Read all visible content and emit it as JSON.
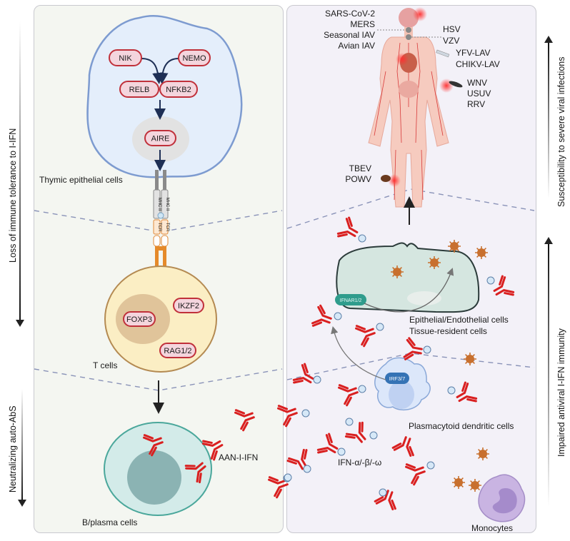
{
  "side_axes": {
    "left_top": "Loss of immune tolerance to I-IFN",
    "left_bottom": "Neutralizing auto-AbS",
    "right_top": "Susceptibility to severe viral infections",
    "right_bottom": "Impaired antiviral I-IFN immunity"
  },
  "left_panel": {
    "thymic": {
      "label": "Thymic epithelial cells",
      "proteins": [
        "NIK",
        "NEMO",
        "RELB",
        "NFKB2",
        "AIRE"
      ],
      "mhc": "MHC II",
      "tcr": "TCR"
    },
    "tcell": {
      "label": "T cells",
      "proteins": [
        "FOXP3",
        "IKZF2",
        "RAG1/2"
      ]
    },
    "bcell": {
      "label": "B/plasma cells",
      "antibody_label": "AAN-I-IFN"
    }
  },
  "right_panel": {
    "viruses_left": [
      "SARS-CoV-2",
      "MERS",
      "Seasonal IAV",
      "Avian IAV"
    ],
    "viruses_right_1": [
      "HSV",
      "VZV"
    ],
    "viruses_right_2": [
      "YFV-LAV",
      "CHIKV-LAV"
    ],
    "viruses_right_3": [
      "WNV",
      "USUV",
      "RRV"
    ],
    "viruses_tick": [
      "TBEV",
      "POWV"
    ],
    "epithelial": {
      "label_line1": "Epithelial/Endothelial cells",
      "label_line2": "Tissue-resident cells",
      "receptor": "IFNAR1/2"
    },
    "pdc": {
      "label": "Plasmacytoid dendritic cells",
      "factor": "IRF3/7"
    },
    "ifn_label": "IFN-α/-β/-ω",
    "monocyte_label": "Monocytes"
  },
  "colors": {
    "protein_fill": "#f4d5dd",
    "protein_stroke": "#c0303a",
    "antibody": "#d92020",
    "virus": "#c8702e",
    "ifnar": "#2f9c8c",
    "irf": "#3573b5"
  }
}
